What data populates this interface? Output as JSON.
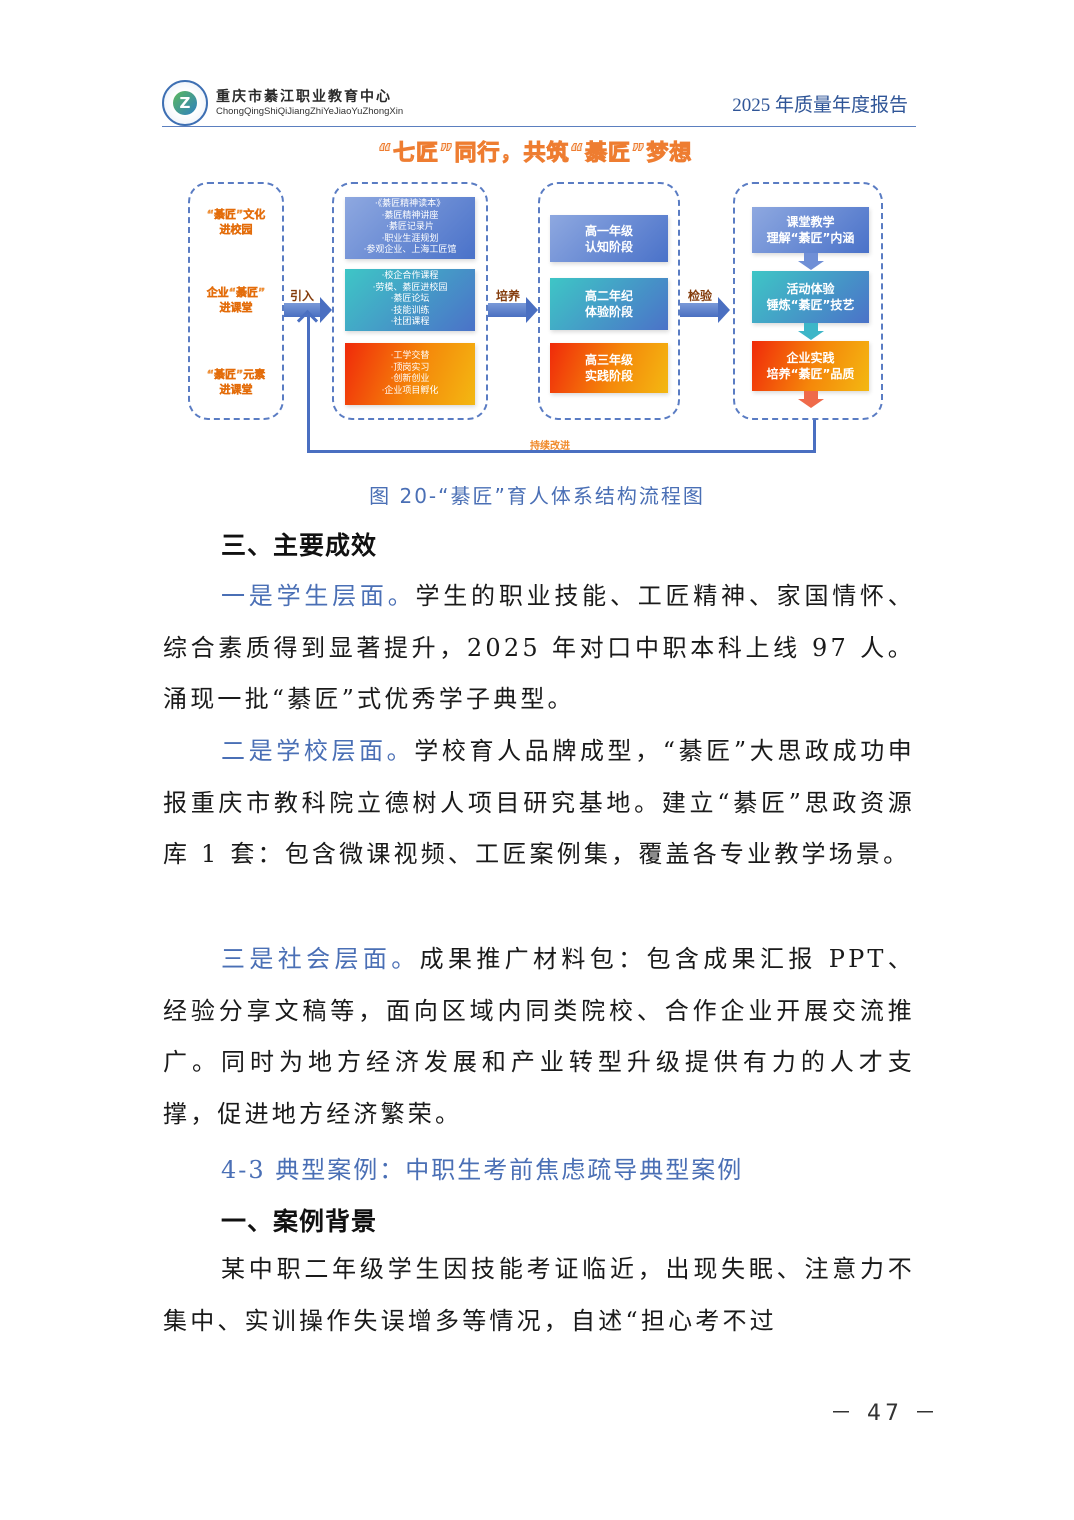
{
  "header": {
    "logo_icon": "school-emblem-icon",
    "org_name_cn": "重庆市綦江职业教育中心",
    "org_name_en": "ChongQingShiQiJiangZhiYeJiaoYuZhongXin",
    "report_title": "2025 年质量年度报告"
  },
  "diagram": {
    "title": "“七匠”同行，共筑“綦匠”梦想",
    "left_column": [
      {
        "line1": "“綦匠”文化",
        "line2": "进校园"
      },
      {
        "line1": "企业“綦匠”",
        "line2": "进课堂"
      },
      {
        "line1": "“綦匠”元素",
        "line2": "进课堂"
      }
    ],
    "arrow_labels": {
      "introduce": "引入",
      "cultivate": "培养",
      "verify": "检验",
      "feedback": "持续改进"
    },
    "resource_boxes": [
      {
        "items": [
          "·《綦匠精神读本》",
          "·綦匠精神讲座",
          "·綦匠记录片",
          "·职业生涯规划",
          "·参观企业、上海工匠馆"
        ]
      },
      {
        "items": [
          "·校企合作课程",
          "·劳模、綦匠进校园",
          "·綦匠论坛",
          "·技能训练",
          "·社团课程"
        ]
      },
      {
        "items": [
          "·工学交替",
          "·顶岗实习",
          "·创新创业",
          "·企业项目孵化"
        ]
      }
    ],
    "stage_boxes": [
      {
        "line1": "高一年级",
        "line2": "认知阶段"
      },
      {
        "line1": "高二年纪",
        "line2": "体验阶段"
      },
      {
        "line1": "高三年级",
        "line2": "实践阶段"
      }
    ],
    "outcome_boxes": [
      {
        "line1": "课堂教学",
        "line2": "理解“綦匠”内涵"
      },
      {
        "line1": "活动体验",
        "line2": "锤炼“綦匠”技艺"
      },
      {
        "line1": "企业实践",
        "line2": "培养“綦匠”品质"
      }
    ],
    "caption": "图 20-“綦匠”育人体系结构流程图"
  },
  "section3": {
    "heading": "三、主要成效",
    "paragraphs": [
      {
        "lead": "一是学生层面。",
        "text": "学生的职业技能、工匠精神、家国情怀、综合素质得到显著提升，2025 年对口中职本科上线 97 人。涌现一批“綦匠”式优秀学子典型。"
      },
      {
        "lead": "二是学校层面。",
        "text": "学校育人品牌成型，“綦匠”大思政成功申报重庆市教科院立德树人项目研究基地。建立“綦匠”思政资源库 1 套：包含微课视频、工匠案例集，覆盖各专业教学场景。"
      },
      {
        "lead": "三是社会层面。",
        "text": "成果推广材料包：包含成果汇报 PPT、经验分享文稿等，面向区域内同类院校、合作企业开展交流推广。同时为地方经济发展和产业转型升级提供有力的人才支撑，促进地方经济繁荣。"
      }
    ]
  },
  "case": {
    "title": "4-3 典型案例：中职生考前焦虑疏导典型案例",
    "heading": "一、案例背景",
    "paragraph": "某中职二年级学生因技能考证临近，出现失眠、注意力不集中、实训操作失误增多等情况，自述“担心考不过"
  },
  "footer": {
    "page_number": "－ 47 －"
  },
  "colors": {
    "accent_blue": "#4a6fb5",
    "title_orange": "#ee7d31",
    "rule_blue": "#5b7fbf"
  }
}
